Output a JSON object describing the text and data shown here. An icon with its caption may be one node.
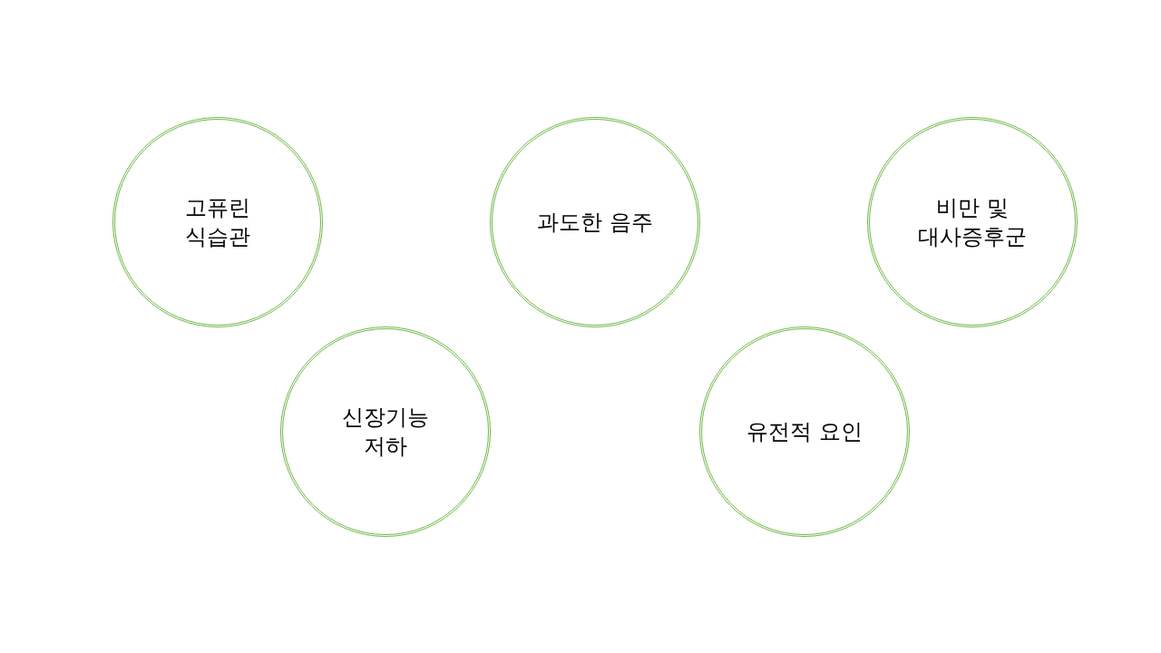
{
  "diagram": {
    "nodes": [
      {
        "text": [
          "고퓨린 식습관"
        ]
      },
      {
        "text": [
          "과도한 음주"
        ]
      },
      {
        "text": [
          "비만 및 대사증후군"
        ]
      },
      {
        "text": [
          "신장기능 저하"
        ]
      },
      {
        "text": [
          "유전적 요인"
        ]
      }
    ]
  }
}
